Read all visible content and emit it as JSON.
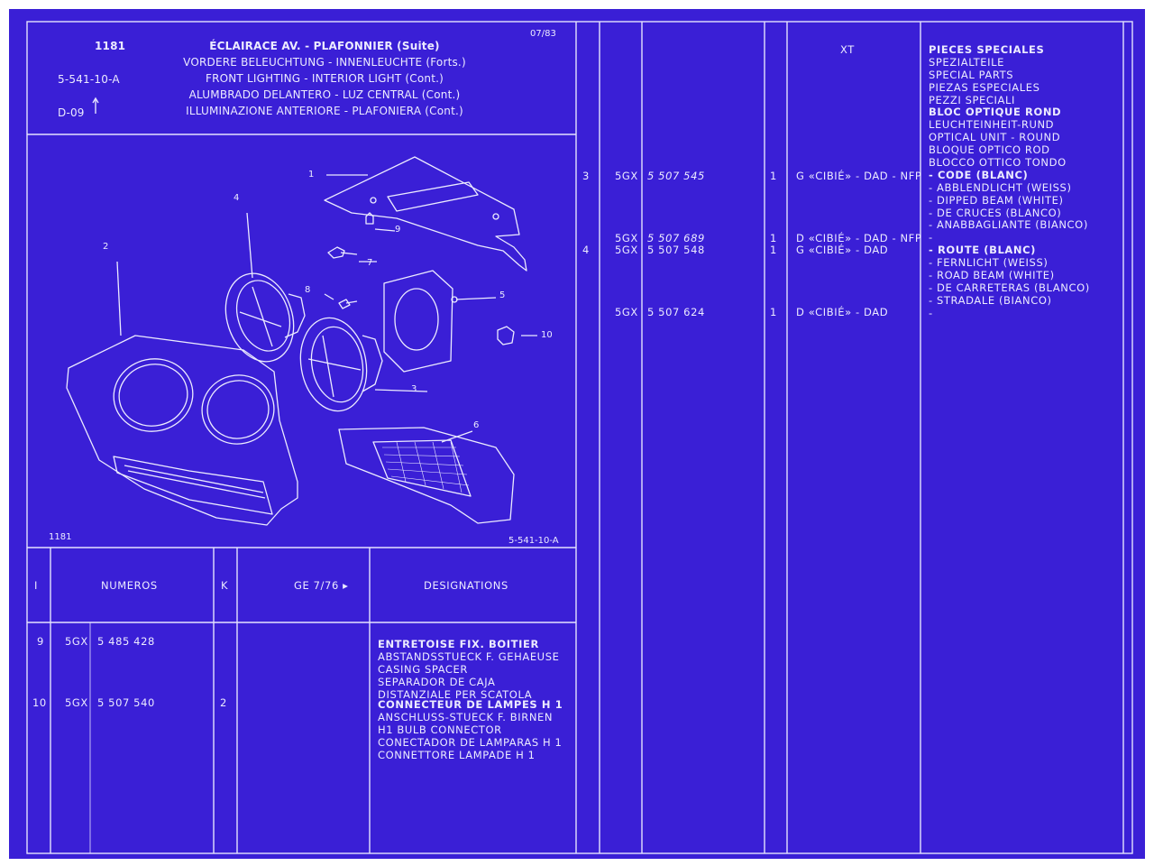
{
  "header": {
    "model": "1181",
    "ref": "5-541-10-A",
    "plate": "D-09",
    "date": "07/83",
    "titles": [
      "ÉCLAIRACE AV. - PLAFONNIER (Suite)",
      "VORDERE BELEUCHTUNG - INNENLEUCHTE (Forts.)",
      "FRONT LIGHTING - INTERIOR LIGHT (Cont.)",
      "ALUMBRADO DELANTERO - LUZ CENTRAL (Cont.)",
      "ILLUMINAZIONE ANTERIORE - PLAFONIERA (Cont.)"
    ]
  },
  "diagram": {
    "model": "1181",
    "ref": "5-541-10-A",
    "callouts": [
      "1",
      "2",
      "3",
      "4",
      "5",
      "6",
      "7",
      "8",
      "9",
      "10"
    ]
  },
  "left_table": {
    "headers": {
      "index": "I",
      "numbers": "NUMEROS",
      "k": "K",
      "ge": "GE 7/76 ▸",
      "designations": "DESIGNATIONS"
    },
    "rows": [
      {
        "index": "9",
        "prefix": "5GX",
        "number": "5 485 428",
        "k": "",
        "designations": [
          "ENTRETOISE FIX. BOITIER",
          "ABSTANDSSTUECK F. GEHAEUSE",
          "CASING SPACER",
          "SEPARADOR DE CAJA",
          "DISTANZIALE PER SCATOLA"
        ]
      },
      {
        "index": "10",
        "prefix": "5GX",
        "number": "5 507 540",
        "k": "2",
        "designations": [
          "CONNECTEUR DE LAMPES H 1",
          "ANSCHLUSS-STUECK F. BIRNEN",
          "H1 BULB CONNECTOR",
          "CONECTADOR DE LAMPARAS H 1",
          "CONNETTORE LAMPADE H 1"
        ]
      }
    ]
  },
  "right_table": {
    "header_xt": "XT",
    "rows": [
      {
        "index": "3",
        "prefix": "5GX",
        "number": "5 507 545",
        "qty": "1",
        "variant": "G «CIBIÉ» - DAD - NFP"
      },
      {
        "index": "",
        "prefix": "5GX",
        "number": "5 507 689",
        "qty": "1",
        "variant": "D «CIBIÉ» - DAD - NFP"
      },
      {
        "index": "4",
        "prefix": "5GX",
        "number": "5 507 548",
        "qty": "1",
        "variant": "G «CIBIÉ» - DAD"
      },
      {
        "index": "",
        "prefix": "5GX",
        "number": "5 507 624",
        "qty": "1",
        "variant": "D «CIBIÉ» - DAD"
      }
    ],
    "special_lines": [
      "PIECES SPECIALES",
      "SPEZIALTEILE",
      "SPECIAL PARTS",
      "PIEZAS ESPECIALES",
      "PEZZI SPECIALI",
      "BLOC OPTIQUE ROND",
      "LEUCHTEINHEIT-RUND",
      "OPTICAL UNIT - ROUND",
      "BLOQUE OPTICO ROD",
      "BLOCCO OTTICO TONDO",
      "- CODE (BLANC)",
      "- ABBLENDLICHT (WEISS)",
      "- DIPPED BEAM (WHITE)",
      "- DE CRUCES (BLANCO)",
      "- ANABBAGLIANTE (BIANCO)",
      "-",
      "- ROUTE (BLANC)",
      "- FERNLICHT (WEISS)",
      "- ROAD BEAM (WHITE)",
      "- DE CARRETERAS (BLANCO)",
      "- STRADALE (BIANCO)",
      "-"
    ]
  },
  "colors": {
    "background": "#3a1fd6",
    "ink": "#ecebff",
    "border": "#ffffff"
  }
}
